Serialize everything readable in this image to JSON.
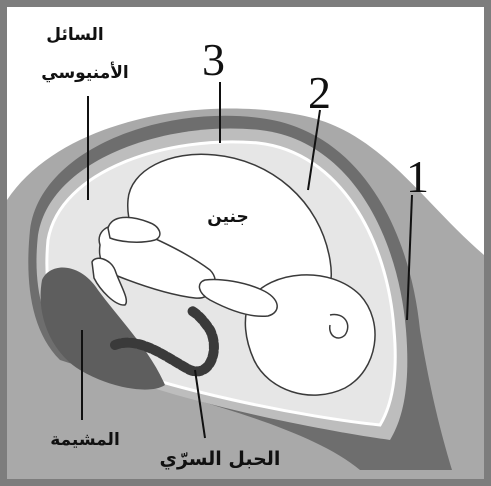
{
  "labels": {
    "amniotic_fluid_line1": "السائل",
    "amniotic_fluid_line2": "الأمنيوسي",
    "fetus": "جنين",
    "placenta": "المشيمة",
    "umbilical_cord": "الحبل السرّي",
    "n1": "1",
    "n2": "2",
    "n3": "3"
  },
  "colors": {
    "frame": "#7d7d7d",
    "outer_tissue": "#a9a9a9",
    "uterine_wall": "#6e6e6e",
    "membrane": "#bdbdbd",
    "amniotic": "#e6e6e6",
    "placenta": "#5e5e5e",
    "fetus": "#ffffff",
    "outline": "#3a3a3a"
  }
}
